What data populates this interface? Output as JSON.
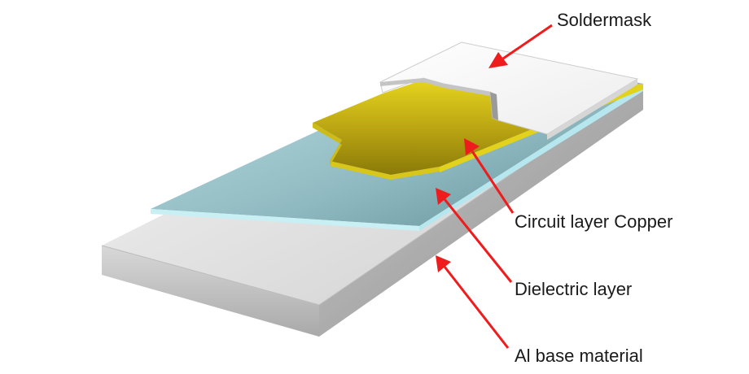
{
  "labels": {
    "soldermask": "Soldermask",
    "copper": "Circuit layer Copper",
    "dielectric": "Dielectric layer",
    "base": "Al base material"
  },
  "colors": {
    "arrow": "#ee1c1c",
    "copper": "#c8b416",
    "copper_edge": "#e2d21c",
    "dielectric": "#8fbcc4",
    "dielectric_edge": "#c8f0f4",
    "aluminum": "#d4d4d4",
    "soldermask": "#ffffff"
  }
}
